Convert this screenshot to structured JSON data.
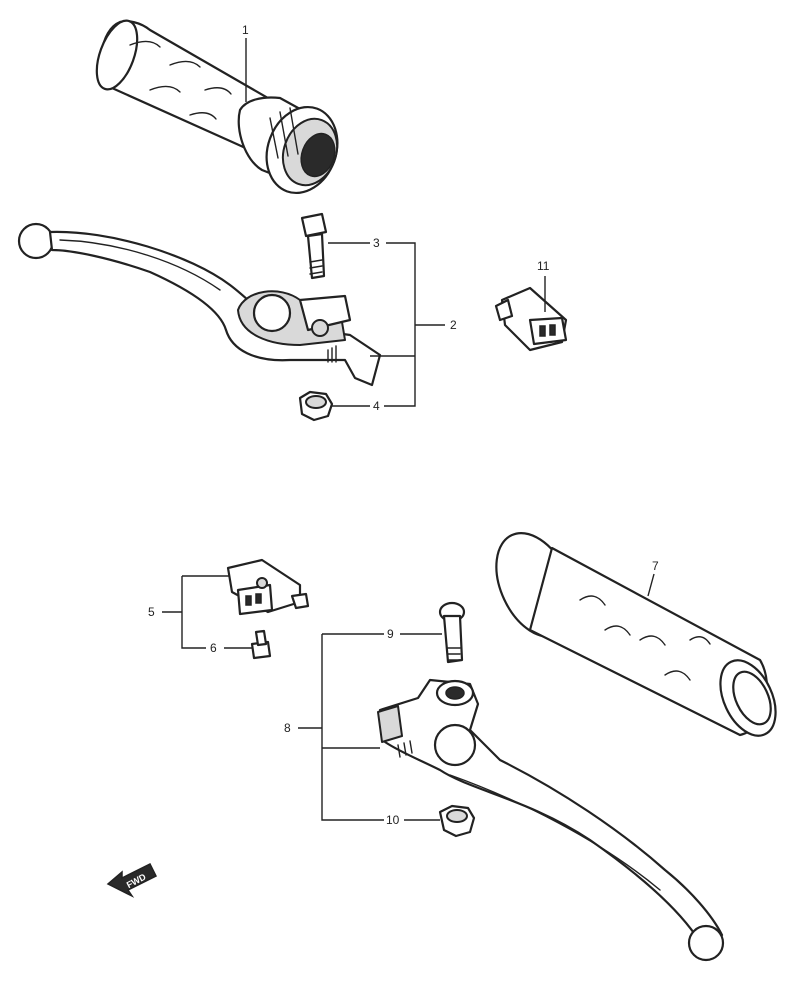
{
  "callouts": {
    "c1": "1",
    "c2": "2",
    "c3": "3",
    "c4": "4",
    "c5": "5",
    "c6": "6",
    "c7": "7",
    "c8": "8",
    "c9": "9",
    "c10": "10",
    "c11": "11"
  },
  "front_arrow": "FWD",
  "colors": {
    "line": "#222222",
    "fill": "#ffffff",
    "shade": "#d9d9d9"
  }
}
